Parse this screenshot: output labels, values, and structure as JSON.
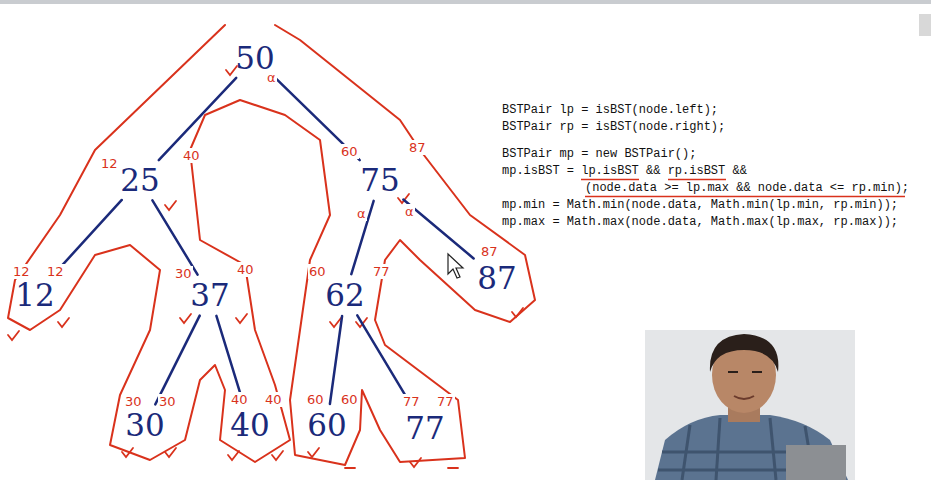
{
  "diagram": {
    "nodes": [
      {
        "text": [
          "50"
        ]
      },
      {
        "text": [
          "25"
        ]
      },
      {
        "text": [
          "75"
        ]
      },
      {
        "text": [
          "12"
        ]
      },
      {
        "text": [
          "37"
        ]
      },
      {
        "text": [
          "62"
        ]
      },
      {
        "text": [
          "87"
        ]
      },
      {
        "text": [
          "30"
        ]
      },
      {
        "text": [
          "40"
        ]
      },
      {
        "text": [
          "60"
        ]
      },
      {
        "text": [
          "77"
        ]
      }
    ],
    "edges": [
      {
        "from": 0,
        "to": 1,
        "arrow": "none"
      },
      {
        "from": 0,
        "to": 2,
        "arrow": "none"
      },
      {
        "from": 1,
        "to": 3,
        "arrow": "none"
      },
      {
        "from": 1,
        "to": 4,
        "arrow": "none"
      },
      {
        "from": 2,
        "to": 5,
        "arrow": "none"
      },
      {
        "from": 2,
        "to": 6,
        "arrow": "none"
      },
      {
        "from": 4,
        "to": 7,
        "arrow": "none"
      },
      {
        "from": 4,
        "to": 8,
        "arrow": "none"
      },
      {
        "from": 5,
        "to": 9,
        "arrow": "none"
      },
      {
        "from": 5,
        "to": 10,
        "arrow": "none"
      }
    ],
    "labels": [
      "α",
      "12",
      "40",
      "60",
      "87",
      "α",
      "α",
      "12",
      "12",
      "30",
      "40",
      "60",
      "77",
      "87",
      "30",
      "30",
      "40",
      "40",
      "60",
      "60",
      "77",
      "77",
      "BSTPair lp = isBST(node.left);",
      "BSTPair rp = isBST(node.right);",
      "BSTPair mp = new BSTPair();",
      "mp.isBST = lp.isBST && rp.isBST &&",
      "(node.data >= lp.max && node.data <= rp.min);",
      "mp.min = Math.min(node.data, Math.min(lp.min, rp.min));",
      "mp.max = Math.max(node.data, Math.max(lp.max, rp.max));"
    ]
  }
}
